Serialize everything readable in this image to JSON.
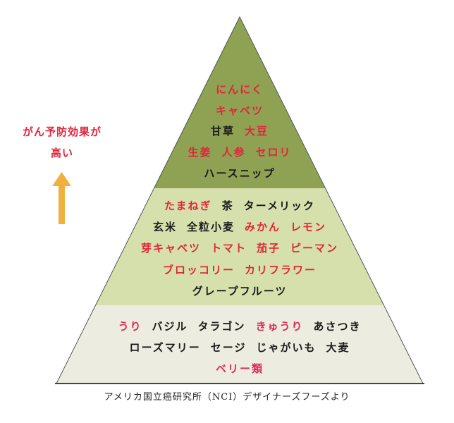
{
  "side_label": {
    "line1": "がん予防効果が",
    "line2": "高い",
    "arrow_color": "#f0b040"
  },
  "colors": {
    "top": "#8fa152",
    "middle": "#d6e0ad",
    "bottom": "#ecede0",
    "red": "#e0263a",
    "pink": "#e02a5a"
  },
  "tiers": [
    {
      "rows": [
        [
          {
            "text": "にんにく",
            "color": "red"
          }
        ],
        [
          {
            "text": "キャベツ",
            "color": "red"
          }
        ],
        [
          {
            "text": "甘草",
            "color": "black"
          },
          {
            "text": "大豆",
            "color": "red"
          }
        ],
        [
          {
            "text": "生姜",
            "color": "red"
          },
          {
            "text": "人参",
            "color": "red"
          },
          {
            "text": "セロリ",
            "color": "red"
          }
        ],
        [
          {
            "text": "ハースニップ",
            "color": "black"
          }
        ]
      ]
    },
    {
      "rows": [
        [
          {
            "text": "たまねぎ",
            "color": "red"
          },
          {
            "text": "茶",
            "color": "black"
          },
          {
            "text": "ターメリック",
            "color": "black"
          }
        ],
        [
          {
            "text": "玄米",
            "color": "black"
          },
          {
            "text": "全粒小麦",
            "color": "black"
          },
          {
            "text": "みかん",
            "color": "red"
          },
          {
            "text": "レモン",
            "color": "red"
          }
        ],
        [
          {
            "text": "芽キャベツ",
            "color": "red"
          },
          {
            "text": "トマト",
            "color": "red"
          },
          {
            "text": "茄子",
            "color": "red"
          },
          {
            "text": "ピーマン",
            "color": "red"
          }
        ],
        [
          {
            "text": "ブロッコリー",
            "color": "red"
          },
          {
            "text": "カリフラワー",
            "color": "red"
          }
        ],
        [
          {
            "text": "グレープフルーツ",
            "color": "black"
          }
        ]
      ]
    },
    {
      "rows": [
        [
          {
            "text": "うり",
            "color": "pink"
          },
          {
            "text": "バジル",
            "color": "black"
          },
          {
            "text": "タラゴン",
            "color": "black"
          },
          {
            "text": "きゅうり",
            "color": "pink"
          },
          {
            "text": "あさつき",
            "color": "black"
          }
        ],
        [
          {
            "text": "ローズマリー",
            "color": "black"
          },
          {
            "text": "セージ",
            "color": "black"
          },
          {
            "text": "じゃがいも",
            "color": "black"
          },
          {
            "text": "大麦",
            "color": "black"
          }
        ],
        [
          {
            "text": "ベリー類",
            "color": "pink"
          }
        ]
      ]
    }
  ],
  "caption": "アメリカ国立癌研究所（NCI）デザイナーズフーズより"
}
